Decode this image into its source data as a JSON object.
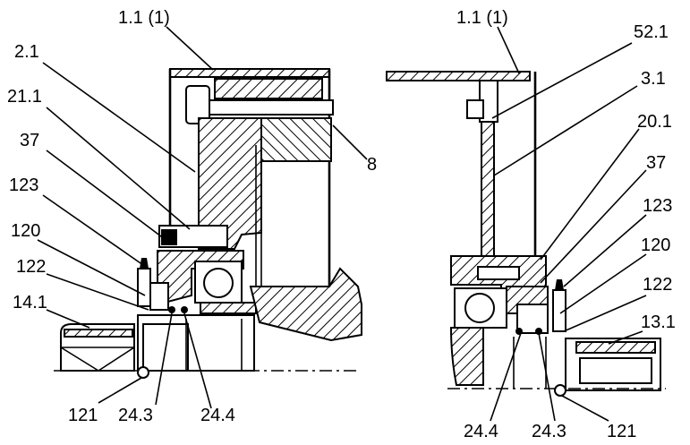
{
  "labels_left": [
    {
      "id": "l-1-1",
      "text": "1.1 (1)"
    },
    {
      "id": "l-2-1",
      "text": "2.1"
    },
    {
      "id": "l-21-1",
      "text": "21.1"
    },
    {
      "id": "l-37",
      "text": "37"
    },
    {
      "id": "l-123",
      "text": "123"
    },
    {
      "id": "l-120",
      "text": "120"
    },
    {
      "id": "l-122",
      "text": "122"
    },
    {
      "id": "l-14-1",
      "text": "14.1"
    },
    {
      "id": "l-8",
      "text": "8"
    },
    {
      "id": "l-121",
      "text": "121"
    },
    {
      "id": "l-24-3",
      "text": "24.3"
    },
    {
      "id": "l-24-4",
      "text": "24.4"
    }
  ],
  "labels_right": [
    {
      "id": "r-1-1",
      "text": "1.1 (1)"
    },
    {
      "id": "r-52-1",
      "text": "52.1"
    },
    {
      "id": "r-3-1",
      "text": "3.1"
    },
    {
      "id": "r-20-1",
      "text": "20.1"
    },
    {
      "id": "r-37",
      "text": "37"
    },
    {
      "id": "r-123",
      "text": "123"
    },
    {
      "id": "r-120",
      "text": "120"
    },
    {
      "id": "r-122",
      "text": "122"
    },
    {
      "id": "r-13-1",
      "text": "13.1"
    },
    {
      "id": "r-24-4",
      "text": "24.4"
    },
    {
      "id": "r-24-3",
      "text": "24.3"
    },
    {
      "id": "r-121",
      "text": "121"
    }
  ]
}
